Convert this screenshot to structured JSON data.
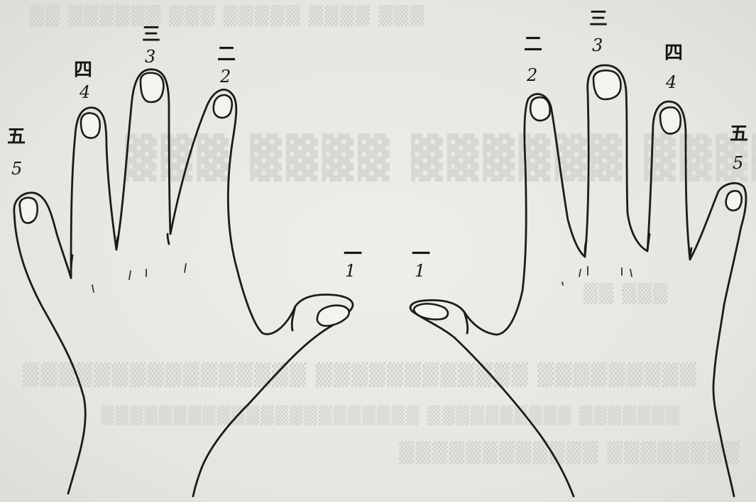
{
  "image": "fingering diagram of left and right hands",
  "fingers": {
    "left": [
      {
        "finger": "thumb",
        "cn": "一",
        "num": "1"
      },
      {
        "finger": "index",
        "cn": "二",
        "num": "2"
      },
      {
        "finger": "middle",
        "cn": "三",
        "num": "3"
      },
      {
        "finger": "ring",
        "cn": "四",
        "num": "4"
      },
      {
        "finger": "little",
        "cn": "五",
        "num": "5"
      }
    ],
    "right": [
      {
        "finger": "thumb",
        "cn": "一",
        "num": "1"
      },
      {
        "finger": "index",
        "cn": "二",
        "num": "2"
      },
      {
        "finger": "middle",
        "cn": "三",
        "num": "3"
      },
      {
        "finger": "ring",
        "cn": "四",
        "num": "4"
      },
      {
        "finger": "little",
        "cn": "五",
        "num": "5"
      }
    ]
  },
  "colors": {
    "ink": "#1b1b1b",
    "paper": "#e9e8e3"
  }
}
